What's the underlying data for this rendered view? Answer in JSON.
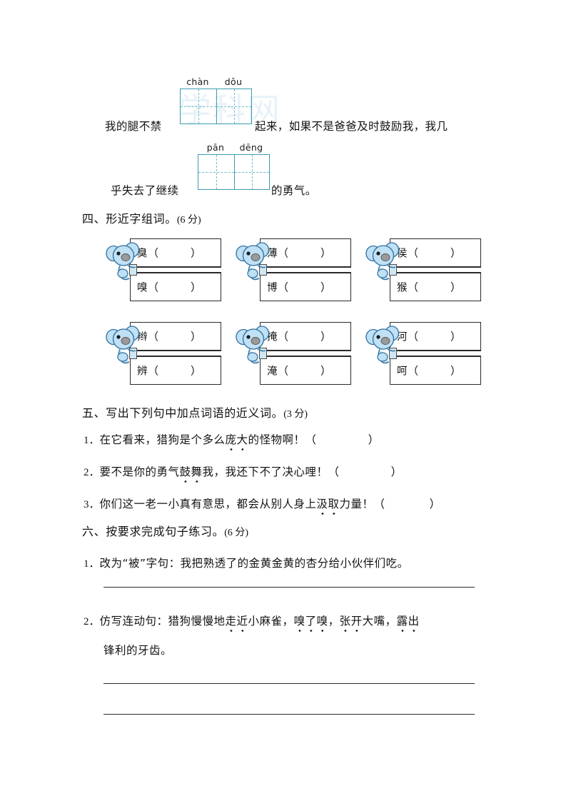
{
  "page": {
    "language": "zh-CN",
    "grid_color": "#3c9bb0",
    "grid_inner_color": "#6fbccd",
    "koala_color": "#bfe0f5",
    "koala_outline": "#2f6f9e",
    "koala_nose": "#9a9a9a",
    "text_color": "#141414",
    "watermark_text": "学科网"
  },
  "fill_in_sentences": {
    "line1_before": "我的腿不禁",
    "line1_after": "起来，如果不是爸爸及时鼓励我，我几",
    "line2_before": "乎失去了继续",
    "line2_after": "的勇气。",
    "grid1": {
      "pinyin": [
        "chàn",
        "dǒu"
      ],
      "answer_cells": 2
    },
    "grid2": {
      "pinyin": [
        "pān",
        "dēng"
      ],
      "answer_cells": 2
    }
  },
  "section4": {
    "heading": "四、形近字组词。",
    "points": "(6 分)",
    "groups": [
      {
        "top_char": "臭",
        "bottom_char": "嗅"
      },
      {
        "top_char": "薄",
        "bottom_char": "博"
      },
      {
        "top_char": "侯",
        "bottom_char": "猴"
      },
      {
        "top_char": "辫",
        "bottom_char": "辨"
      },
      {
        "top_char": "掩",
        "bottom_char": "淹"
      },
      {
        "top_char": "河",
        "bottom_char": "呵"
      }
    ],
    "paren_open": "（",
    "paren_close": "）"
  },
  "section5": {
    "heading": "五、写出下列句中加点词语的近义词。",
    "points": "(3 分)",
    "questions": [
      {
        "num": "1．",
        "pre": "在它看来，猎狗是个多么",
        "emph": "庞大",
        "post": "的怪物啊！（",
        "tail": "）"
      },
      {
        "num": "2．",
        "pre": "要不是你的勇气",
        "emph": "鼓舞",
        "post": "我，我还下不了决心哩！（",
        "tail": "）"
      },
      {
        "num": "3．",
        "pre": "你们这一老一小真有意思，都会从别人身上",
        "emph": "汲取",
        "post": "力量！（",
        "tail": "）"
      }
    ]
  },
  "section6": {
    "heading": "六、按要求完成句子练习。",
    "points": "(6 分)",
    "questions": [
      {
        "num": "1．",
        "text": "改为“被”字句：我把熟透了的金黄金黄的杏分给小伙伴们吃。",
        "answer_lines": 1
      },
      {
        "num": "2．",
        "text_line1": "仿写连动句：猎狗慢慢地",
        "emph1": "走近",
        "text_mid1": "小麻雀，",
        "emph2": "嗅了嗅",
        "text_mid2": "，",
        "emph3": "张开",
        "text_mid3": "大嘴，",
        "emph4": "露出",
        "text_line2": "锋利的牙齿。",
        "answer_lines": 2
      }
    ]
  }
}
